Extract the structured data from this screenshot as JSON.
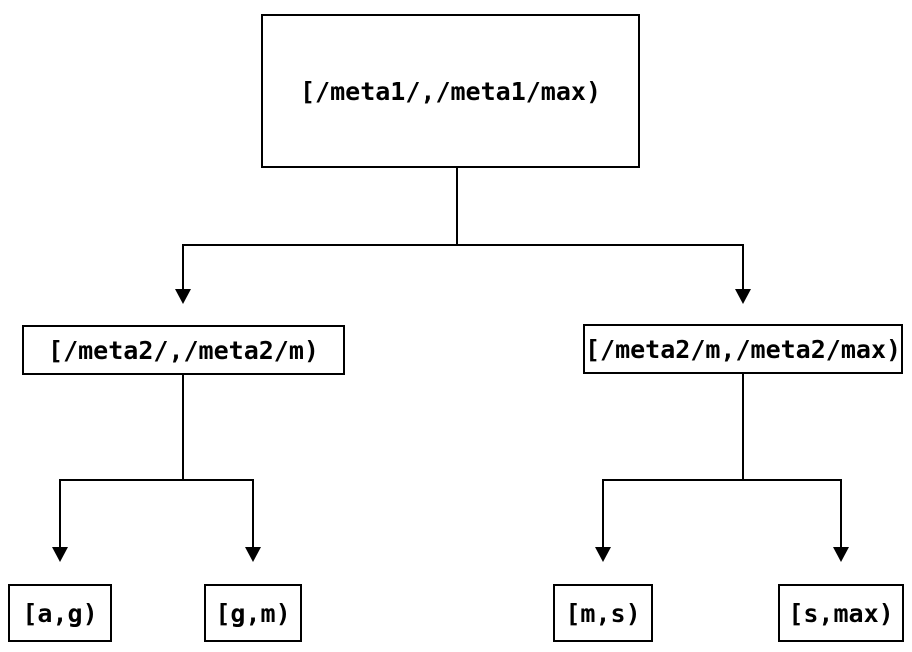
{
  "diagram": {
    "type": "tree",
    "background_color": "#ffffff",
    "line_color": "#000000",
    "node_border_color": "#000000",
    "node_fill_color": "#ffffff",
    "text_color": "#000000",
    "nodes": {
      "root": {
        "label": "[/meta1/,/meta1/max)"
      },
      "left": {
        "label": "[/meta2/,/meta2/m)"
      },
      "right": {
        "label": "[/meta2/m,/meta2/max)"
      },
      "leaf_ag": {
        "label": "[a,g)"
      },
      "leaf_gm": {
        "label": "[g,m)"
      },
      "leaf_ms": {
        "label": "[m,s)"
      },
      "leaf_smax": {
        "label": "[s,max)"
      }
    },
    "edges": [
      {
        "from": "root",
        "to": "left"
      },
      {
        "from": "root",
        "to": "right"
      },
      {
        "from": "left",
        "to": "leaf_ag"
      },
      {
        "from": "left",
        "to": "leaf_gm"
      },
      {
        "from": "right",
        "to": "leaf_ms"
      },
      {
        "from": "right",
        "to": "leaf_smax"
      }
    ]
  }
}
